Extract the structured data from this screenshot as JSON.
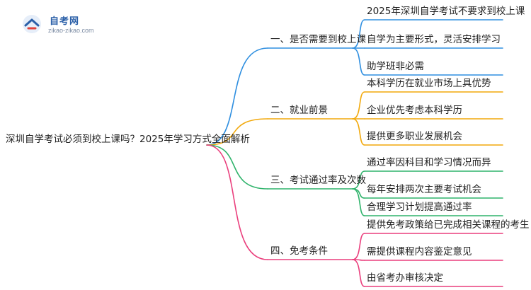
{
  "logo": {
    "title": "自考网",
    "subtitle": "zikao-zikao.com"
  },
  "mindmap": {
    "root": "深圳自学考试必须到校上课吗？2025年学习方式全面解析",
    "branches": [
      {
        "label": "一、是否需要到校上课",
        "color": "#2f8fe0",
        "children": [
          "2025年深圳自学考试不要求到校上课",
          "自学为主要形式，灵活安排学习",
          "助学班非必需"
        ]
      },
      {
        "label": "二、就业前景",
        "color": "#f2a90c",
        "children": [
          "本科学历在就业市场上具优势",
          "企业优先考虑本科学历",
          "提供更多职业发展机会"
        ]
      },
      {
        "label": "三、考试通过率及次数",
        "color": "#2fb36b",
        "children": [
          "通过率因科目和学习情况而异",
          "每年安排两次主要考试机会",
          "合理学习计划提高通过率"
        ]
      },
      {
        "label": "四、免考条件",
        "color": "#ea3f7d",
        "children": [
          "提供免考政策给已完成相关课程的考生",
          "需提供课程内容鉴定意见",
          "由省考办审核决定"
        ]
      }
    ]
  }
}
